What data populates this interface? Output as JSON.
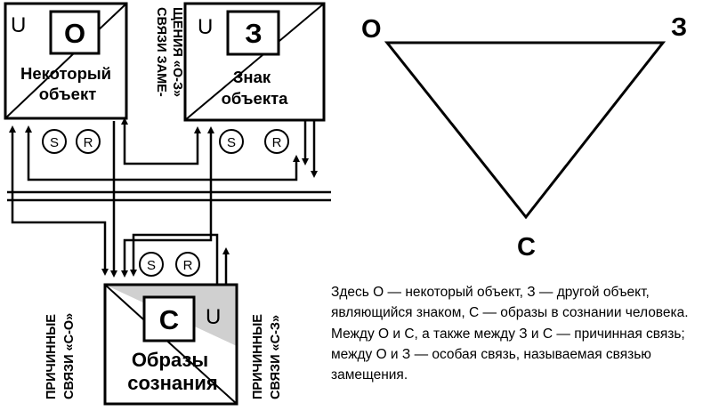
{
  "blocks": {
    "object": {
      "u": "U",
      "letter": "О",
      "label_line1": "Некоторый",
      "label_line2": "объект"
    },
    "sign": {
      "u": "U",
      "letter": "З",
      "label_line1": "Знак",
      "label_line2": "объекта"
    },
    "consciousness": {
      "u": "U",
      "letter": "С",
      "label_line1": "Образы",
      "label_line2": "сознания"
    }
  },
  "circles": {
    "s": "S",
    "r": "R"
  },
  "side_labels": {
    "substitution_line1": "СВЯЗИ ЗАМЕ-",
    "substitution_line2": "ЩЕНИЯ «О-З»",
    "causal_co_line1": "ПРИЧИННЫЕ",
    "causal_co_line2": "СВЯЗИ «С-О»",
    "causal_cz_line1": "ПРИЧИННЫЕ",
    "causal_cz_line2": "СВЯЗИ «С-З»"
  },
  "triangle": {
    "o": "О",
    "z": "З",
    "c": "С"
  },
  "caption": "Здесь О — некоторый объект, З — другой объект, являющийся знаком, С — образы в сознании человека. Между О и С, а также между З и С — причинная связь; между О и З — особая связь, называемая связью замещения.",
  "colors": {
    "line": "#000000",
    "shade": "#d0d0d0",
    "background": "#ffffff"
  }
}
